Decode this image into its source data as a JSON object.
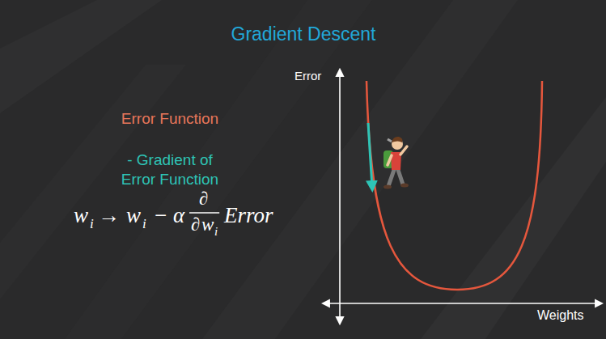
{
  "diagram": {
    "title": "Gradient Descent",
    "labels": [
      "Error Function",
      "- Gradient of Error Function",
      "w",
      "i",
      "→",
      "w",
      "i",
      "−",
      "α",
      "∂",
      "∂",
      "w",
      "i",
      "Error",
      "Error",
      "Weights"
    ]
  }
}
